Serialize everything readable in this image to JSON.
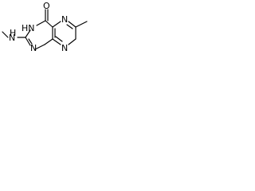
{
  "structure_labels": {
    "o": "O",
    "n_top_right": "N",
    "n_hn": "HN",
    "n_bottom_left": "N",
    "n_bottom_right": "N",
    "h": "H",
    "n_left": "N"
  },
  "colors": {
    "line": "#000000",
    "background": "#ffffff"
  }
}
